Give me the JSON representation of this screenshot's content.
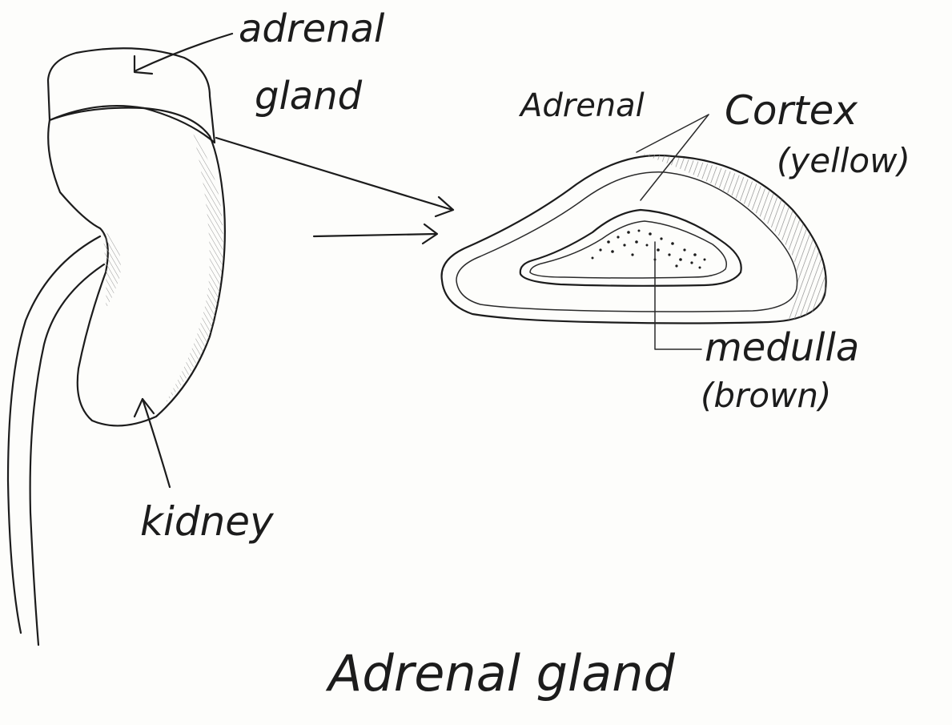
{
  "title": "Adrenal gland",
  "labels": {
    "adrenal_gland_line1": "adrenal",
    "adrenal_gland_line2": "gland",
    "kidney": "kidney",
    "cortex_prefix": "Adrenal",
    "cortex": "Cortex",
    "cortex_color": "(yellow)",
    "medulla": "medulla",
    "medulla_color": "(brown)"
  },
  "colors": {
    "paper": "#fdfdfb",
    "ink": "#1c1c1c",
    "shading": "#8a8a8a"
  }
}
